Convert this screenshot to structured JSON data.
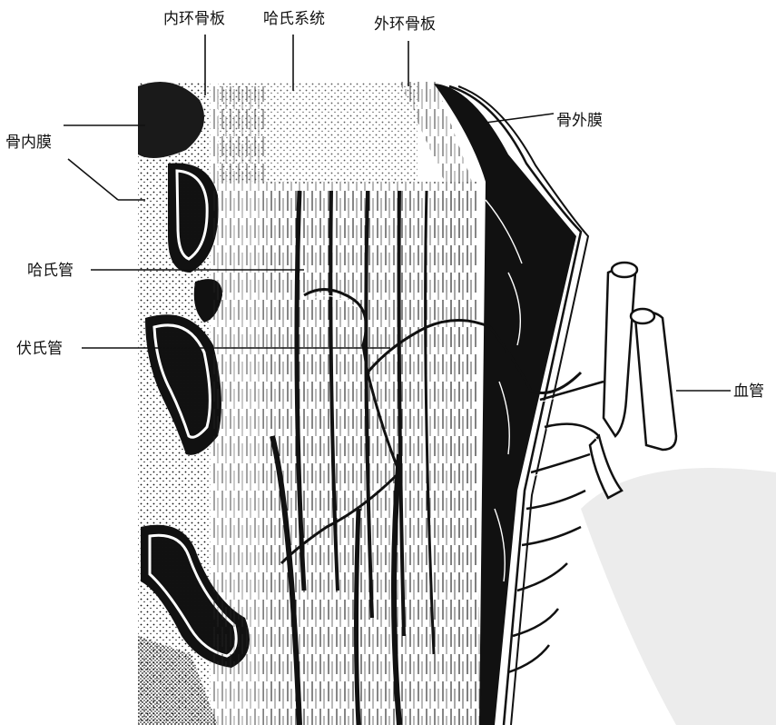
{
  "labels": {
    "inner_circumferential_lamellae": "内环骨板",
    "haversian_system": "哈氏系统",
    "outer_circumferential_lamellae": "外环骨板",
    "endosteum": "骨内膜",
    "periosteum": "骨外膜",
    "haversian_canal": "哈氏管",
    "volkmann_canal": "伏氏管",
    "blood_vessel": "血管"
  },
  "colors": {
    "ink": "#111111",
    "watermark": "#e6e6e6"
  }
}
